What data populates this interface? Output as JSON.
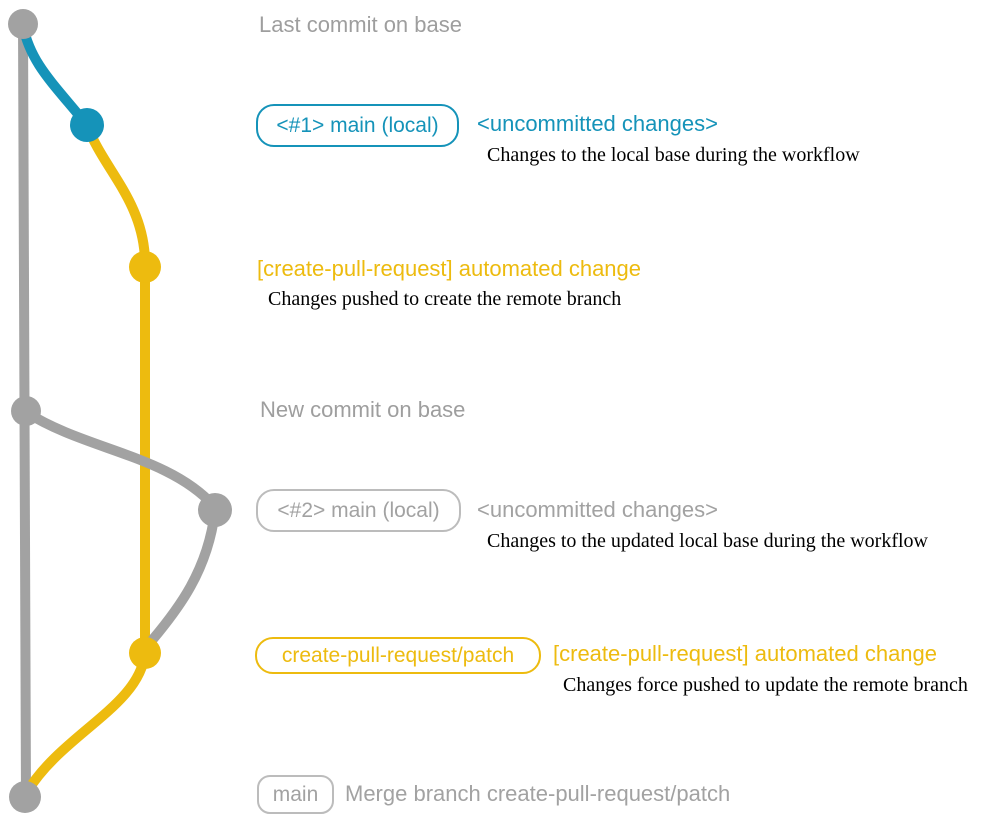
{
  "colors": {
    "base_gray": "#a2a2a2",
    "gray_badge_border": "#bcbcbc",
    "local_blue": "#1593b9",
    "branch_yellow": "#edbb0f",
    "caption_black": "#000000"
  },
  "graph": {
    "branches": [
      {
        "name": "base",
        "color": "#a2a2a2"
      },
      {
        "name": "main (local)",
        "color": "#1593b9"
      },
      {
        "name": "create-pull-request/patch",
        "color": "#edbb0f"
      }
    ],
    "commit_nodes": [
      "last-commit-on-base",
      "local-main-commit-1",
      "automated-change-commit-1",
      "new-commit-on-base",
      "local-main-commit-2",
      "automated-change-commit-2",
      "merge-commit"
    ]
  },
  "rows": {
    "last_commit": {
      "title": "Last commit on base"
    },
    "local1": {
      "badge": "<#1> main (local)",
      "status": "<uncommitted changes>",
      "caption": "Changes to the local base during the workflow"
    },
    "push1": {
      "label": "[create-pull-request] automated change",
      "caption": "Changes pushed to create the remote branch"
    },
    "new_commit": {
      "title": "New commit on base"
    },
    "local2": {
      "badge": "<#2> main (local)",
      "status": "<uncommitted changes>",
      "caption": "Changes to the updated local base during the workflow"
    },
    "push2": {
      "badge": "create-pull-request/patch",
      "label": "[create-pull-request] automated change",
      "caption": "Changes force pushed to update the remote branch"
    },
    "merge": {
      "badge": "main",
      "message": "Merge branch create-pull-request/patch"
    }
  }
}
